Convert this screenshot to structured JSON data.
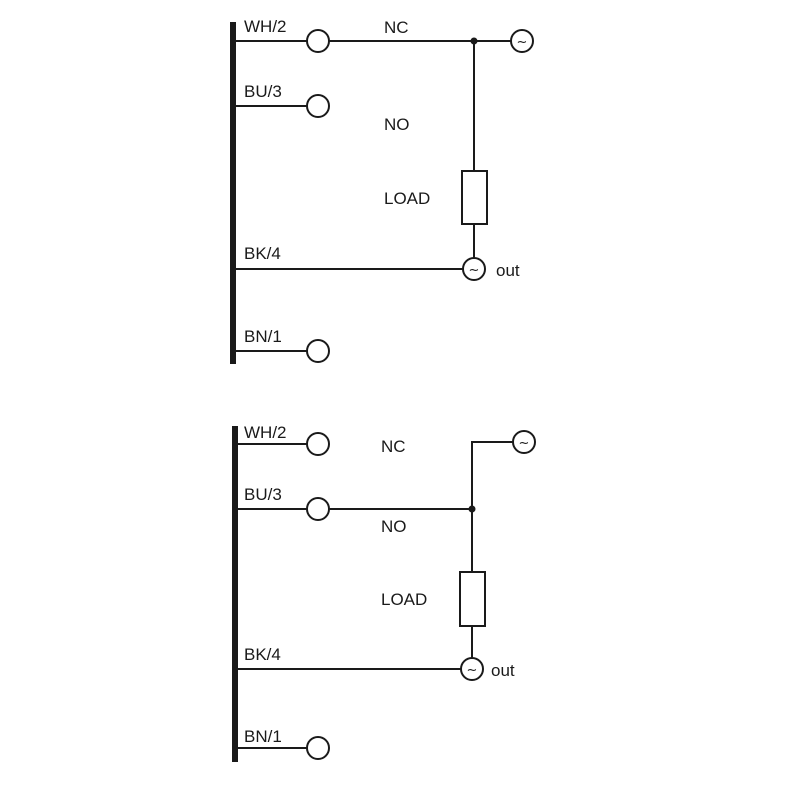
{
  "diagrams": [
    {
      "wires": {
        "wh": "WH/2",
        "bu": "BU/3",
        "bk": "BK/4",
        "bn": "BN/1"
      },
      "contacts": {
        "nc": "NC",
        "no": "NO"
      },
      "load": "LOAD",
      "out": "out",
      "ac_symbol": "~",
      "load_connected_to": "NC"
    },
    {
      "wires": {
        "wh": "WH/2",
        "bu": "BU/3",
        "bk": "BK/4",
        "bn": "BN/1"
      },
      "contacts": {
        "nc": "NC",
        "no": "NO"
      },
      "load": "LOAD",
      "out": "out",
      "ac_symbol": "~",
      "load_connected_to": "NO"
    }
  ]
}
